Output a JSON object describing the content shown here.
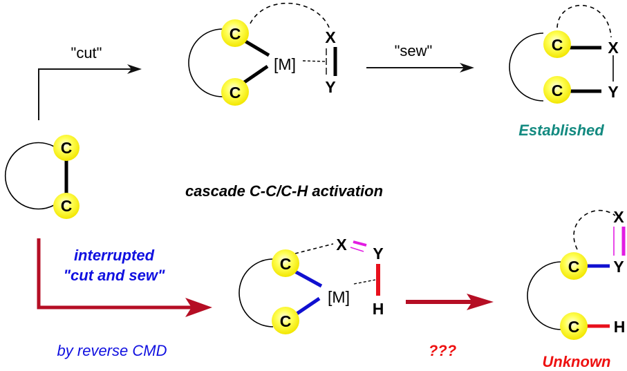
{
  "colors": {
    "carbon_fill": "#ffff33",
    "bond_black": "#000000",
    "bond_blue": "#1010d0",
    "bond_red": "#e8101c",
    "bond_magenta": "#e21ce2",
    "arrow_red": "#b50e24",
    "text_blue": "#1010e0",
    "text_teal": "#138a80",
    "text_red": "#ee1111"
  },
  "atoms": {
    "carbon": "C",
    "metal": "[M]",
    "x": "X",
    "y": "Y",
    "h": "H"
  },
  "labels": {
    "cut": "\"cut\"",
    "sew": "\"sew\"",
    "established": "Established",
    "cascade": "cascade C-C/C-H activation",
    "interrupted_line1": "interrupted",
    "interrupted_line2": "\"cut and sew\"",
    "reverse_cmd": "by reverse CMD",
    "unknown_path": "???",
    "unknown": "Unknown"
  }
}
